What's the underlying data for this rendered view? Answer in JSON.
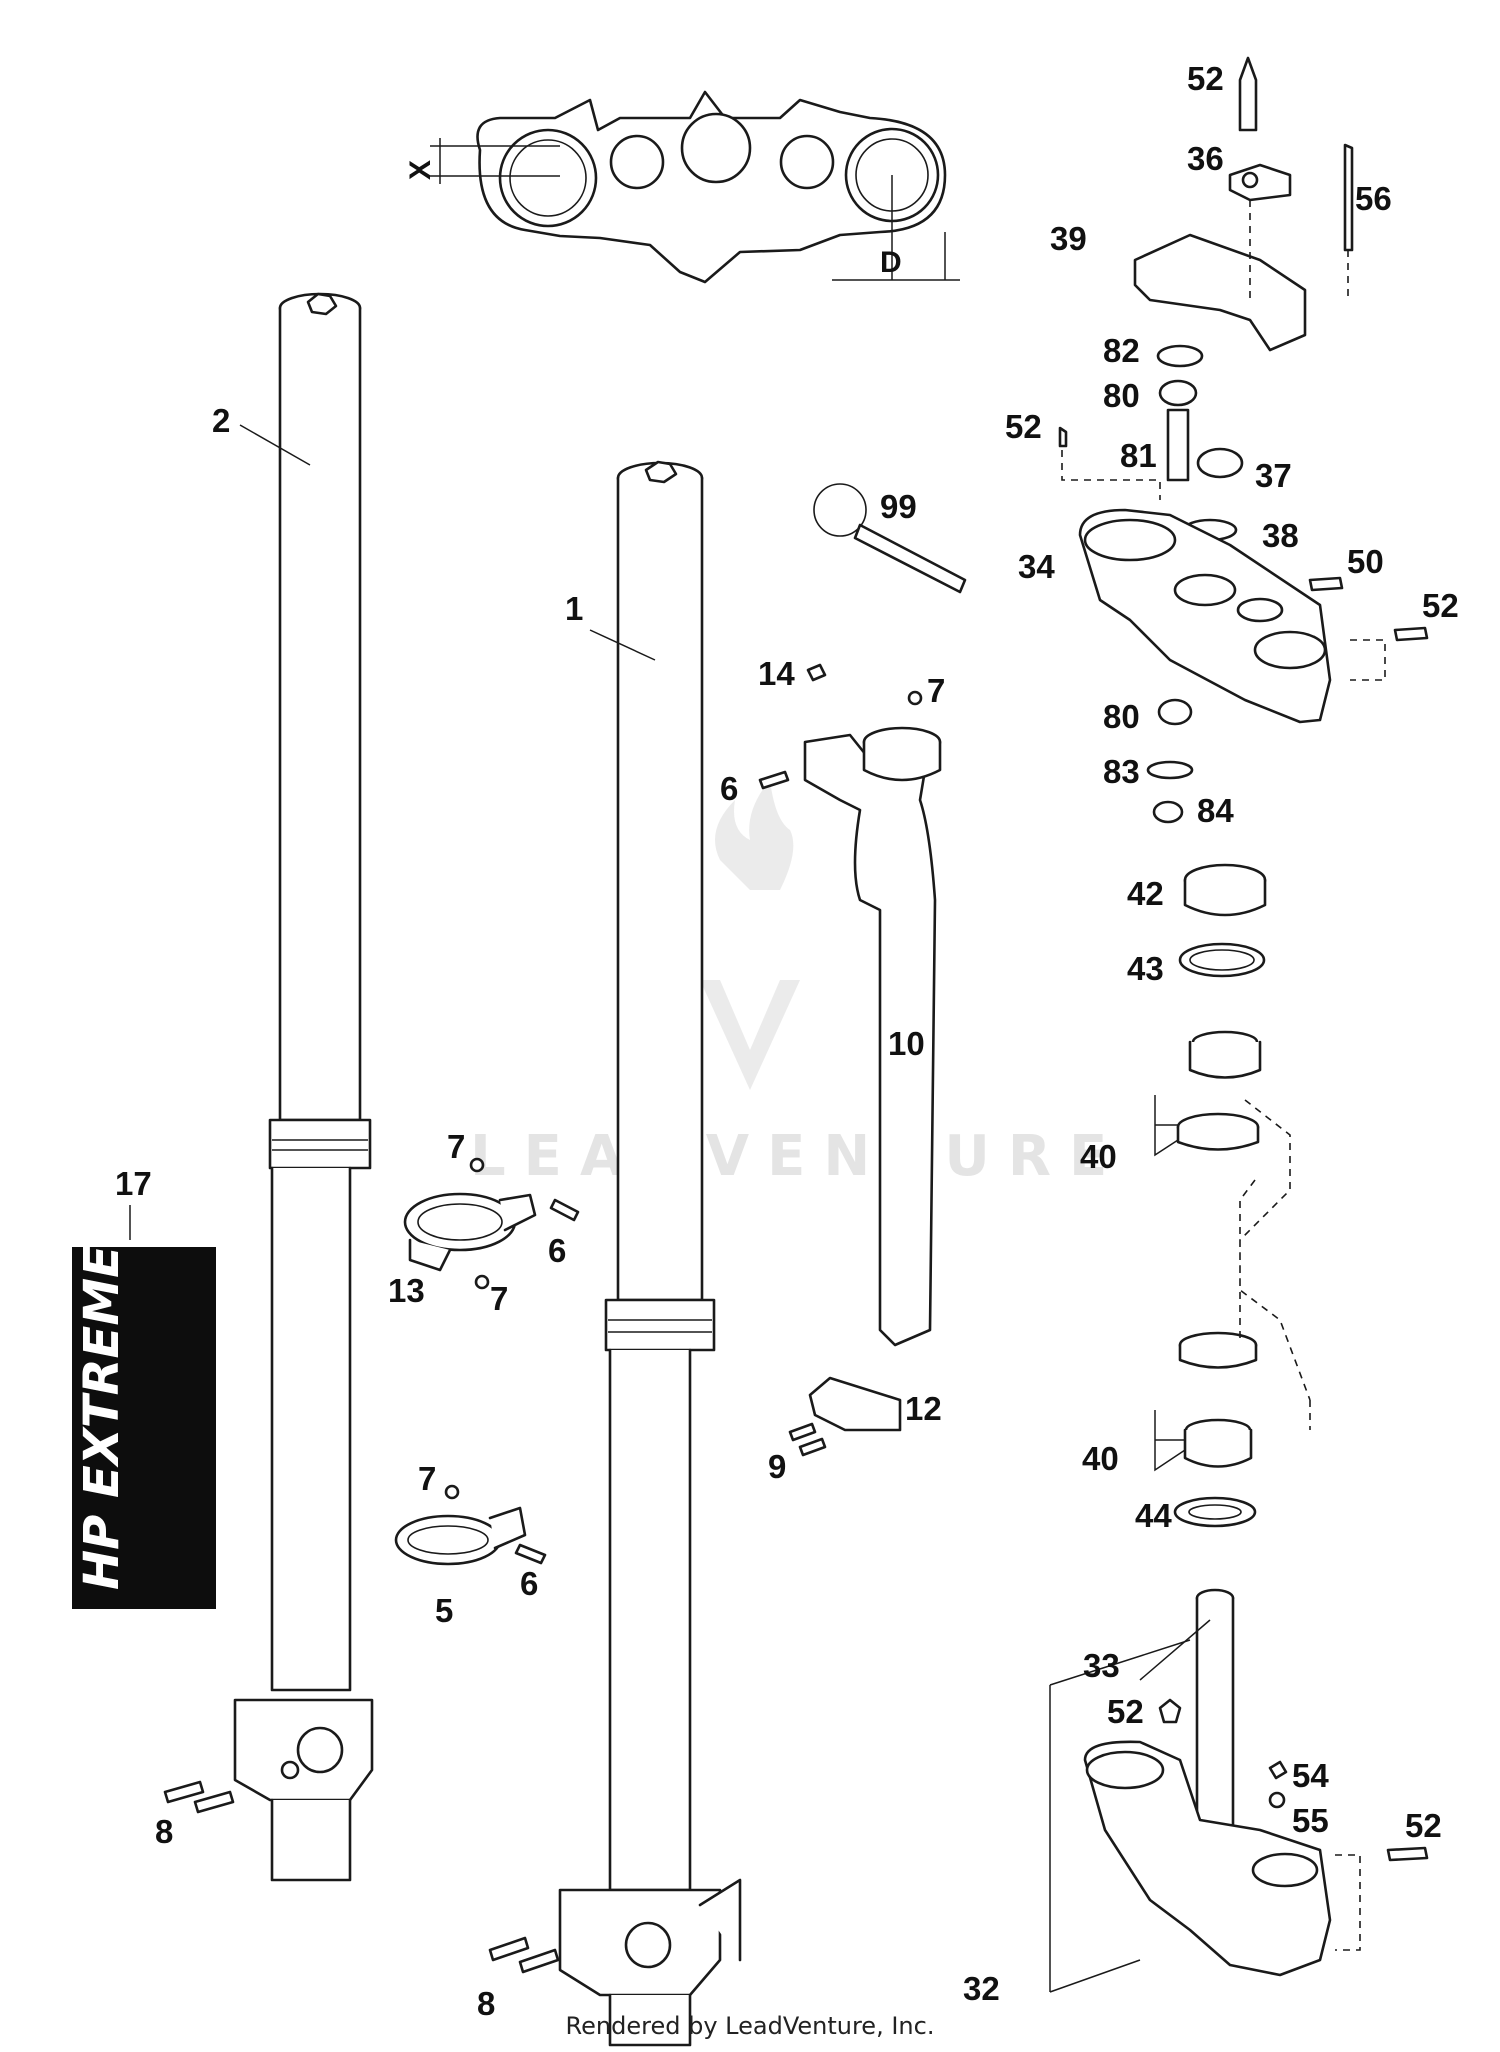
{
  "diagram": {
    "dimension_labels": {
      "x": "X",
      "d": "D"
    },
    "watermark": "LEADVENTURE",
    "footer": "Rendered by LeadVenture, Inc.",
    "decal_text": "HP EXTREME",
    "callouts": {
      "c52a": "52",
      "c36": "36",
      "c56": "56",
      "c39": "39",
      "c82": "82",
      "c80a": "80",
      "c52b": "52",
      "c81": "81",
      "c37": "37",
      "c38": "38",
      "c34": "34",
      "c50": "50",
      "c52c": "52",
      "c80b": "80",
      "c83": "83",
      "c84": "84",
      "c42": "42",
      "c43": "43",
      "c40a": "40",
      "c40b": "40",
      "c44": "44",
      "c33": "33",
      "c52d": "52",
      "c54": "54",
      "c55": "55",
      "c52e": "52",
      "c32": "32",
      "c2": "2",
      "c1": "1",
      "c99": "99",
      "c14": "14",
      "c7a": "7",
      "c6a": "6",
      "c10": "10",
      "c17": "17",
      "c7b": "7",
      "c6b": "6",
      "c13": "13",
      "c7c": "7",
      "c12": "12",
      "c9": "9",
      "c7d": "7",
      "c6c": "6",
      "c5": "5",
      "c8a": "8",
      "c8b": "8"
    }
  }
}
